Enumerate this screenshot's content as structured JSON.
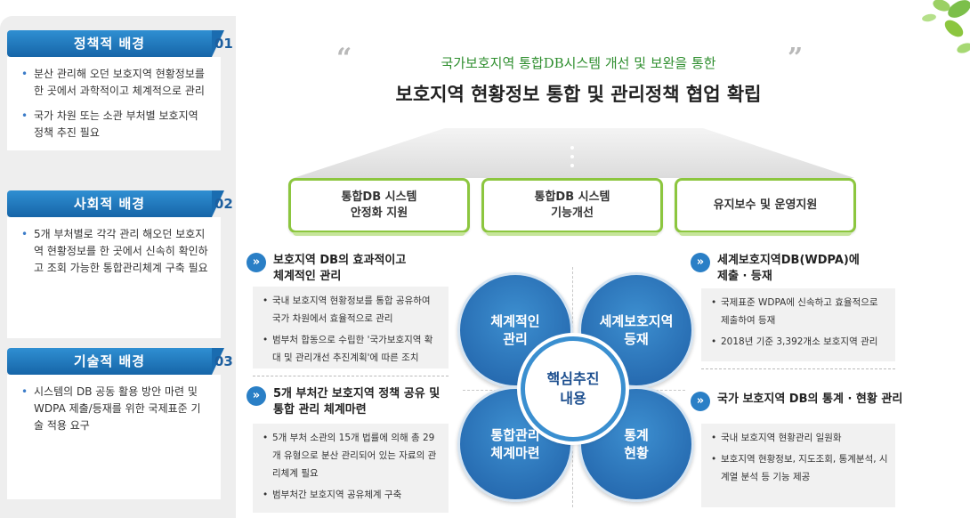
{
  "left": {
    "sections": [
      {
        "title": "정책적 배경",
        "num": "01",
        "items": [
          "분산 관리해 오던 보호지역 현황정보를 한 곳에서 과학적이고 체계적으로 관리",
          "국가 차원 또는 소관 부처별 보호지역 정책 추진 필요"
        ]
      },
      {
        "title": "사회적 배경",
        "num": "02",
        "items": [
          "5개 부처별로 각각 관리 해오던 보호지역 현황정보를 한 곳에서 신속히 확인하고 조회 가능한 통합관리체계 구축 필요"
        ]
      },
      {
        "title": "기술적 배경",
        "num": "03",
        "items": [
          "시스템의 DB 공동 활용 방안 마련 및 WDPA 제출/등재를 위한 국제표준 기술 적용 요구"
        ]
      }
    ]
  },
  "header": {
    "quote_open": "“",
    "quote_close": "”",
    "subtitle": "국가보호지역 통합DB시스템 개선 및 보완을 통한",
    "title": "보호지역 현황정보 통합 및 관리정책 협업 확립"
  },
  "boxes": [
    {
      "label": "통합DB 시스템\n안정화 지원"
    },
    {
      "label": "통합DB 시스템\n기능개선"
    },
    {
      "label": "유지보수 및 운영지원"
    }
  ],
  "blocks": {
    "top_left": {
      "arrow": "»",
      "title": "보호지역 DB의 효과적이고\n체계적인 관리",
      "items": [
        "국내 보호지역 현황정보를 통합 공유하여 국가 차원에서 효율적으로 관리",
        "범부처 합동으로 수립한 '국가보호지역 확대 및 관리개선 추진계획'에 따른 조치"
      ]
    },
    "bottom_left": {
      "arrow": "»",
      "title": "5개 부처간 보호지역 정책 공유 및\n통합 관리 체계마련",
      "items": [
        "5개 부처 소관의 15개 법률에 의해 총 29개 유형으로 분산 관리되어 있는 자료의 관리체계 필요",
        "범부처간 보호지역 공유체계 구축"
      ]
    },
    "top_right": {
      "arrow": "»",
      "title": "세계보호지역DB(WDPA)에\n제출 · 등재",
      "items": [
        "국제표준 WDPA에 신속하고 효율적으로 제출하여 등재",
        "2018년 기준 3,392개소 보호지역 관리"
      ]
    },
    "bottom_right": {
      "arrow": "»",
      "title": "국가 보호지역 DB의 통계 · 현황 관리",
      "items": [
        "국내 보호지역 현황관리 일원화",
        "보호지역 현황정보, 지도조회, 통계분석, 시계열 분석 등 기능 제공"
      ]
    }
  },
  "circles": {
    "tl": "체계적인\n관리",
    "tr": "세계보호지역\n등재",
    "bl": "통합관리\n체계마련",
    "br": "통계\n현황",
    "center": "핵심추진\n내용"
  },
  "colors": {
    "blue_primary": "#1f6fb8",
    "green_accent": "#8cc63f",
    "subtitle_green": "#2e8e2e"
  }
}
